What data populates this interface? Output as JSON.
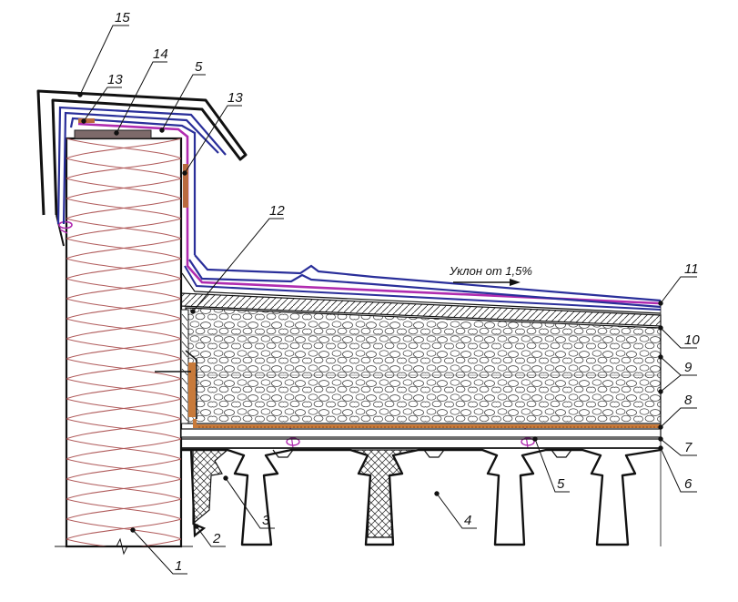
{
  "slope_label": "Уклон от 1,5%",
  "callouts": {
    "c1": "1",
    "c2": "2",
    "c3": "3",
    "c4": "4",
    "c5a": "5",
    "c5b": "5",
    "c6": "6",
    "c7": "7",
    "c8": "8",
    "c9": "9",
    "c10": "10",
    "c11": "11",
    "c12": "12",
    "c13a": "13",
    "c13b": "13",
    "c14": "14",
    "c15": "15"
  },
  "colors": {
    "line": "#111111",
    "membrane_blue": "#2a2f9a",
    "membrane_magenta": "#b02cb0",
    "vapor_barrier": "#c87a3a",
    "wood_strip": "#b96a3f",
    "wall_insulation": "#b05a5a",
    "crown_block": "#7d6a6a"
  }
}
